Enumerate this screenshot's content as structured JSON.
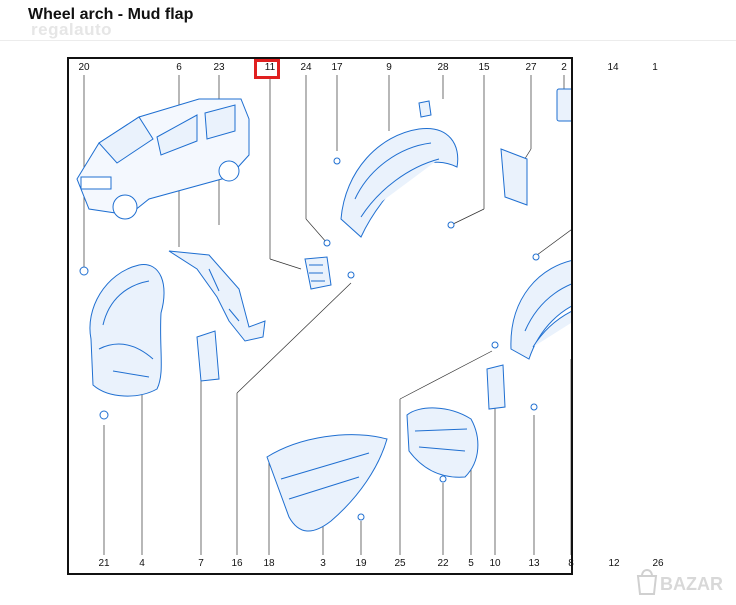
{
  "page": {
    "title": "Wheel arch - Mud flap",
    "watermark": "regalauto"
  },
  "diagram": {
    "highlighted_part": "11",
    "top_labels": [
      "20",
      "6",
      "23",
      "11",
      "24",
      "17",
      "9",
      "28",
      "15",
      "27",
      "2",
      "14",
      "1"
    ],
    "bottom_labels": [
      "21",
      "4",
      "7",
      "16",
      "18",
      "3",
      "19",
      "25",
      "22",
      "5",
      "10",
      "13",
      "8",
      "12",
      "26"
    ]
  },
  "logo": {
    "text": "BAZAR",
    "icon": "bazar-bag-icon"
  },
  "colors": {
    "line": "#1f6fd1",
    "highlight": "#e02020",
    "frame": "#111111"
  }
}
